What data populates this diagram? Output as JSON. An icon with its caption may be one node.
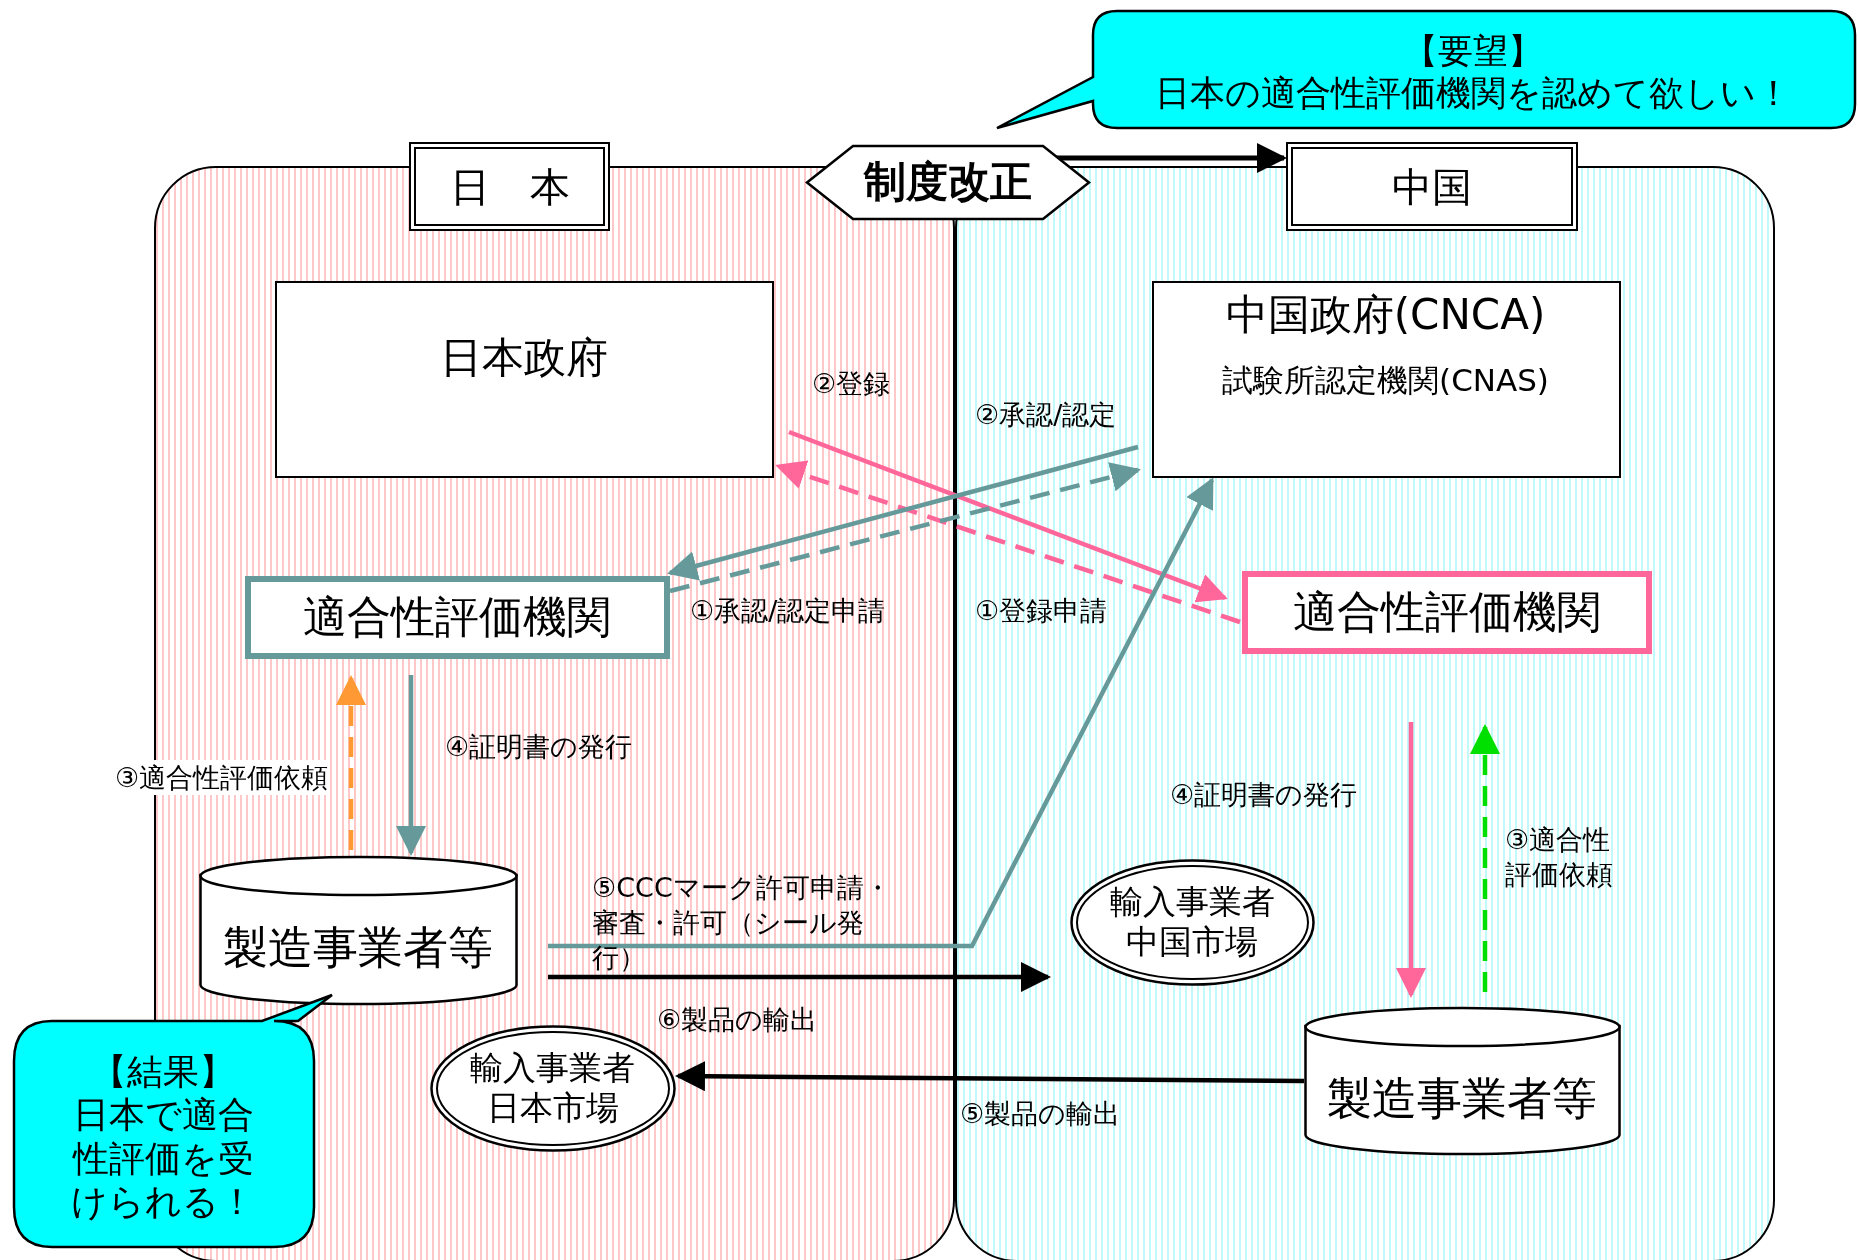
{
  "diagram": {
    "nodes": [
      {
        "text": [],
        "shape": "box"
      },
      {
        "text": [],
        "shape": "box"
      },
      {
        "text": [
          "日　本"
        ]
      },
      {
        "text": [
          "中国"
        ]
      },
      {
        "text": [
          "制度改正"
        ]
      },
      {
        "text": [
          "【要望】",
          "日本の適合性評価機関を認めて欲しい！"
        ]
      },
      {
        "text": [
          "日本政府"
        ],
        "in": 0
      },
      {
        "text": [
          "中国政府(CNCA)",
          "試験所認定機関(CNAS)"
        ],
        "in": 1
      },
      {
        "text": [
          "適合性評価機関"
        ],
        "in": 0
      },
      {
        "text": [
          "適合性評価機関"
        ],
        "in": 1
      },
      {
        "text": [
          "製造事業者等"
        ],
        "in": 0
      },
      {
        "text": [
          "輸入事業者中国市場"
        ],
        "in": 1
      },
      {
        "text": [
          "輸入事業者日本市場"
        ],
        "in": 0
      },
      {
        "text": [
          "製造事業者等"
        ],
        "in": 1
      },
      {
        "text": [
          "【結果】",
          "日本で適合性評価を受けられる！"
        ]
      }
    ],
    "edges": [
      {
        "from": 4,
        "to": 3,
        "arrow": "to",
        "color": "#000000"
      },
      {
        "from": 6,
        "to": 9,
        "arrow": "to",
        "label": "②登録",
        "color": "#ff6699"
      },
      {
        "from": 9,
        "to": 6,
        "arrow": "to",
        "label": "①登録申請",
        "style": "dashed",
        "color": "#ff6699"
      },
      {
        "from": 7,
        "to": 8,
        "arrow": "to",
        "label": "②承認/認定"
      },
      {
        "from": 8,
        "to": 7,
        "arrow": "to",
        "label": "①承認/認定申請",
        "style": "dashed"
      },
      {
        "from": 10,
        "to": 8,
        "arrow": "to",
        "label": "③適合性評価依頼",
        "style": "dashed",
        "color": "#ff9933"
      },
      {
        "from": 8,
        "to": 10,
        "arrow": "to",
        "label": "④証明書の発行"
      },
      {
        "from": 10,
        "to": 7,
        "arrow": "to",
        "label": "⑤CCCマーク許可申請・審査・許可（シール発行）"
      },
      {
        "from": 10,
        "to": 11,
        "arrow": "to",
        "label": "⑥製品の輸出",
        "color": "#000000"
      },
      {
        "from": 13,
        "to": 12,
        "arrow": "to",
        "label": "⑤製品の輸出",
        "color": "#000000"
      },
      {
        "from": 9,
        "to": 13,
        "arrow": "to",
        "label": "④証明書の発行",
        "color": "#ff6699"
      },
      {
        "from": 13,
        "to": 9,
        "arrow": "to",
        "label": "③適合性評価依頼",
        "style": "dashed",
        "color": "#00e000"
      }
    ]
  }
}
